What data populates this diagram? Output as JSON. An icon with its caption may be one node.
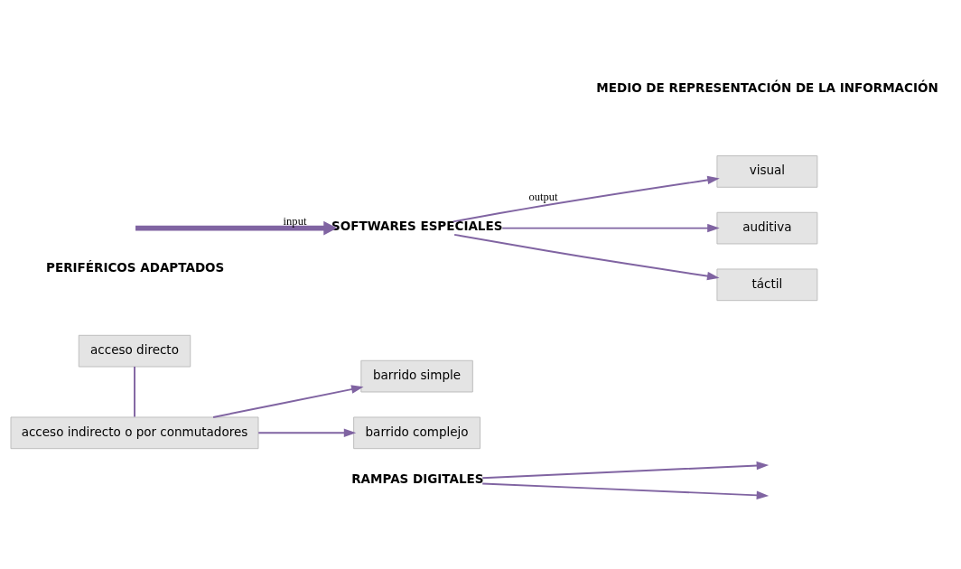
{
  "diagram": {
    "nodes": [
      {
        "text": [
          "acceso directo"
        ]
      },
      {
        "text": [
          "acceso indirecto o por conmutadores"
        ]
      },
      {
        "text": [
          "barrido simple"
        ]
      },
      {
        "text": [
          "barrido complejo"
        ]
      },
      {
        "text": [
          "RAMPAS DIGITALES"
        ]
      },
      {
        "text": [
          "SOFTWARES ESPECIALES"
        ]
      },
      {
        "text": [
          "visual"
        ]
      },
      {
        "text": [
          "auditiva"
        ]
      },
      {
        "text": [
          "táctil"
        ]
      }
    ],
    "edges": [
      {
        "from": 0,
        "to": 1,
        "arrow": "none"
      },
      {
        "from": 1,
        "to": 2,
        "arrow": "to"
      },
      {
        "from": 1,
        "to": 3,
        "arrow": "to"
      },
      {
        "from": 4,
        "to": null,
        "arrow": "to"
      },
      {
        "from": 4,
        "to": null,
        "arrow": "to"
      },
      {
        "from": null,
        "to": 5,
        "arrow": "to",
        "label": "input",
        "style": "thick"
      },
      {
        "from": 5,
        "to": 6,
        "arrow": "to",
        "label": "output"
      },
      {
        "from": 5,
        "to": 7,
        "arrow": "to"
      },
      {
        "from": 5,
        "to": 8,
        "arrow": "to"
      }
    ],
    "labels": [
      "PERIFÉRICOS ADAPTADOS",
      "MEDIO DE REPRESENTACIÓN DE LA INFORMACIÓN"
    ]
  }
}
